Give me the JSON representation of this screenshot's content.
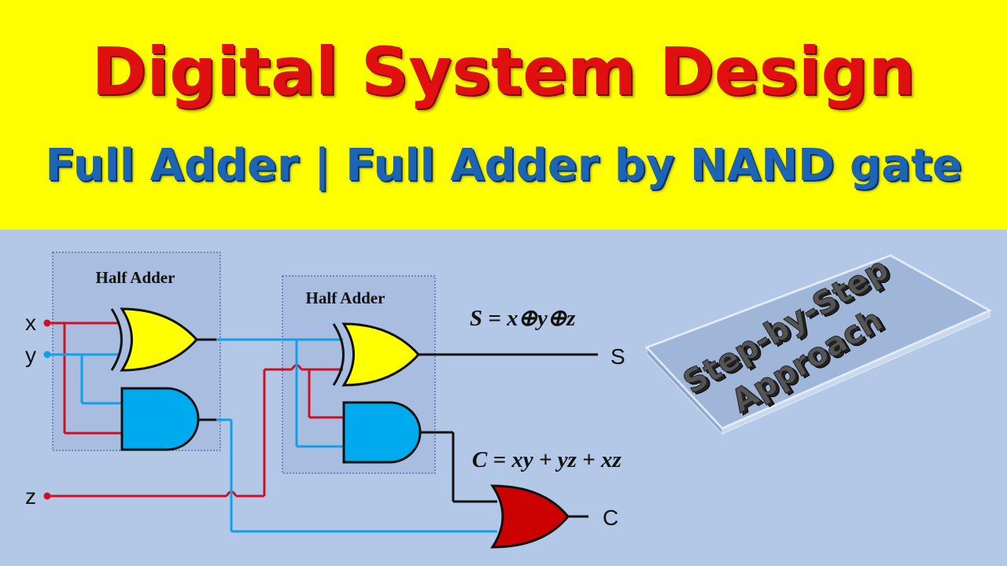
{
  "header": {
    "title": "Digital System Design",
    "subtitle": "Full Adder | Full Adder by NAND gate"
  },
  "diagram": {
    "half_adder_1_label": "Half Adder",
    "half_adder_2_label": "Half Adder",
    "inputs": {
      "x": "x",
      "y": "y",
      "z": "z"
    },
    "outputs": {
      "s": "S",
      "c": "C"
    },
    "sum_equation": "S = x⊕y⊕z",
    "carry_equation": "C = xy + yz + xz"
  },
  "badge": {
    "line1": "Step-by-Step",
    "line2": "Approach"
  },
  "colors": {
    "banner": "#ffff00",
    "title": "#e01010",
    "subtitle": "#1e64b4",
    "background": "#b3c7e6",
    "xor_gate": "#ffff00",
    "and_gate": "#00aaee",
    "or_gate": "#cc0000",
    "wire_red": "#d01020",
    "wire_blue": "#10a0e8"
  }
}
